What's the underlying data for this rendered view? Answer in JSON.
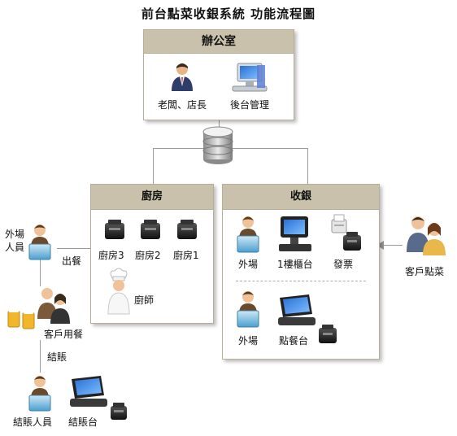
{
  "title": "前台點菜收銀系統  功能流程圖",
  "office": {
    "header": "辦公室",
    "boss_label": "老闆、店長",
    "backend_label": "後台管理"
  },
  "kitchen": {
    "header": "廚房",
    "printer1": "廚房3",
    "printer2": "廚房2",
    "printer3": "廚房1",
    "chef": "廚師"
  },
  "cashier": {
    "header": "收銀",
    "waiter_top": "外場",
    "counter": "1樓櫃台",
    "invoice": "發票",
    "waiter_bottom": "外場",
    "order_station": "點餐台"
  },
  "left": {
    "outfield_staff": "外場\n人員",
    "serve": "出餐",
    "customer_dining": "客戶用餐",
    "checkout": "結賬",
    "checkout_staff": "結賬人員",
    "checkout_station": "結賬台"
  },
  "right": {
    "customer_order": "客戶點菜"
  },
  "colors": {
    "panel_header": "#c9c1ab",
    "panel_border": "#b7ae97",
    "connector": "#9a9a9a"
  }
}
